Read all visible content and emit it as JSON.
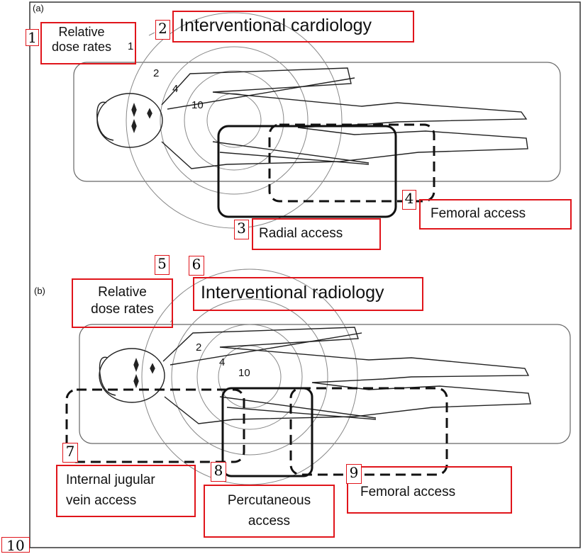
{
  "panel_a": {
    "label": "(a)",
    "title": "Interventional cardiology",
    "dose_label_line1": "Relative",
    "dose_label_line2": "dose rates",
    "dose_values": [
      "1",
      "2",
      "4",
      "10"
    ],
    "radial_label": "Radial access",
    "femoral_label": "Femoral access"
  },
  "panel_b": {
    "label": "(b)",
    "title": "Interventional radiology",
    "dose_label_line1": "Relative",
    "dose_label_line2": "dose rates",
    "dose_values": [
      "2",
      "4",
      "10"
    ],
    "ijv_line1": "Internal jugular",
    "ijv_line2": "vein access",
    "perc_line1": "Percutaneous",
    "perc_line2": "access",
    "femoral_label": "Femoral access"
  },
  "markers": [
    "1",
    "2",
    "3",
    "4",
    "5",
    "6",
    "7",
    "8",
    "9",
    "10"
  ],
  "colors": {
    "annotation_red": "#e0151b",
    "line": "#333333"
  }
}
